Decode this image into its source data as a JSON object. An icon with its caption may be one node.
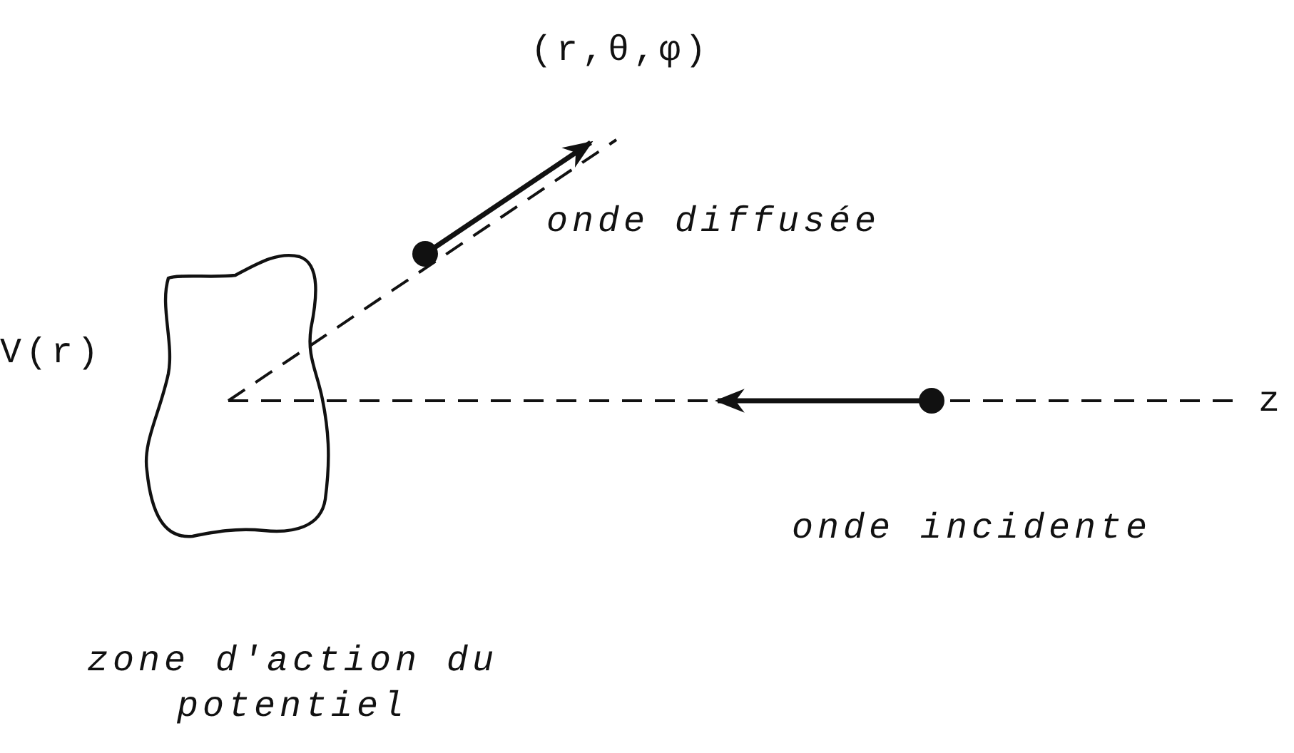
{
  "diagram": {
    "labels": [
      "(r,θ,φ)",
      "onde diffusée",
      "V(r)",
      "z",
      "onde incidente",
      "zone d'action du potentiel"
    ]
  }
}
